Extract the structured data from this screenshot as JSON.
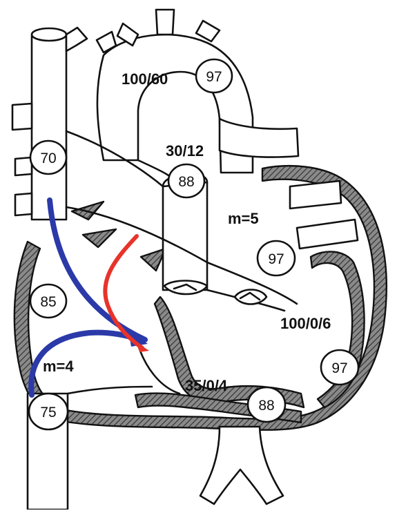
{
  "colors": {
    "blue_arrow": "#2b3aa8",
    "red_arrow": "#e8332a",
    "outline": "#111111",
    "hatch": "#555555"
  },
  "pressures": {
    "aorta": "100/60",
    "pulmonary_artery": "30/12",
    "left_atrium_mean": "m=5",
    "left_ventricle": "100/0/6",
    "right_atrium_mean": "m=4",
    "right_ventricle": "35/0/4"
  },
  "saturations": {
    "aorta": "97",
    "svc": "70",
    "pulmonary_artery": "88",
    "left_atrium": "97",
    "right_atrium": "85",
    "left_ventricle": "97",
    "ivc": "75",
    "right_ventricle": "88"
  }
}
